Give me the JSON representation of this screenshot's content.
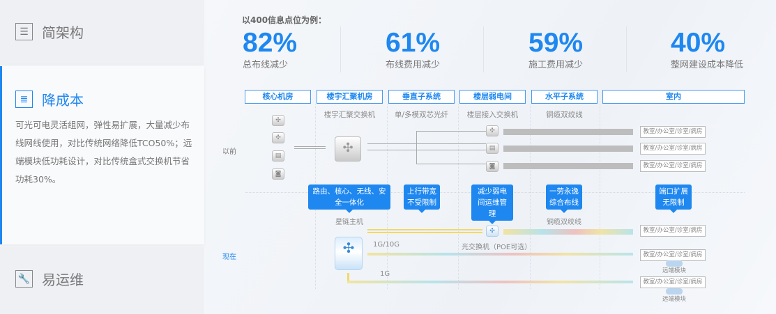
{
  "sidebar": {
    "items": [
      {
        "label": "简架构",
        "icon": "sliders-icon"
      },
      {
        "label": "降成本",
        "icon": "coins-icon",
        "description": "可光可电灵活组网，弹性易扩展，大量减少布线网线使用，对比传统网络降低TCO50%；远端模块低功耗设计，对比传统盒式交换机节省功耗30%。"
      },
      {
        "label": "易运维",
        "icon": "wrench-icon"
      }
    ]
  },
  "stats": {
    "heading": "以400信息点位为例：",
    "items": [
      {
        "value": "82%",
        "label": "总布线减少"
      },
      {
        "value": "61%",
        "label": "布线费用减少"
      },
      {
        "value": "59%",
        "label": "施工费用减少"
      },
      {
        "value": "40%",
        "label": "整网建设成本降低"
      }
    ]
  },
  "diagram": {
    "columns": [
      "核心机房",
      "楼宇汇聚机房",
      "垂直子系统",
      "楼层弱电间",
      "水平子系统",
      "室内"
    ],
    "before": {
      "label": "以前",
      "subs": [
        "楼宇汇聚交换机",
        "单/多模双芯光纤",
        "楼层接入交换机",
        "铜缆双绞线"
      ],
      "room": "教室/办公室/诊室/病房"
    },
    "callouts": [
      "路由、核心、无线、安全一体化",
      "上行带宽不受限制",
      "减少弱电间运维管理",
      "一劳永逸综合布线",
      "端口扩展无限制"
    ],
    "now": {
      "label": "现在",
      "host": "星链主机",
      "cable": "铜缆双绞线",
      "speed1": "1G/10G",
      "optical_switch": "光交换机（POE可选）",
      "speed2": "1G",
      "room": "教室/办公室/诊室/病房",
      "remote": "远端模块"
    },
    "accent": "#1e87f0"
  }
}
